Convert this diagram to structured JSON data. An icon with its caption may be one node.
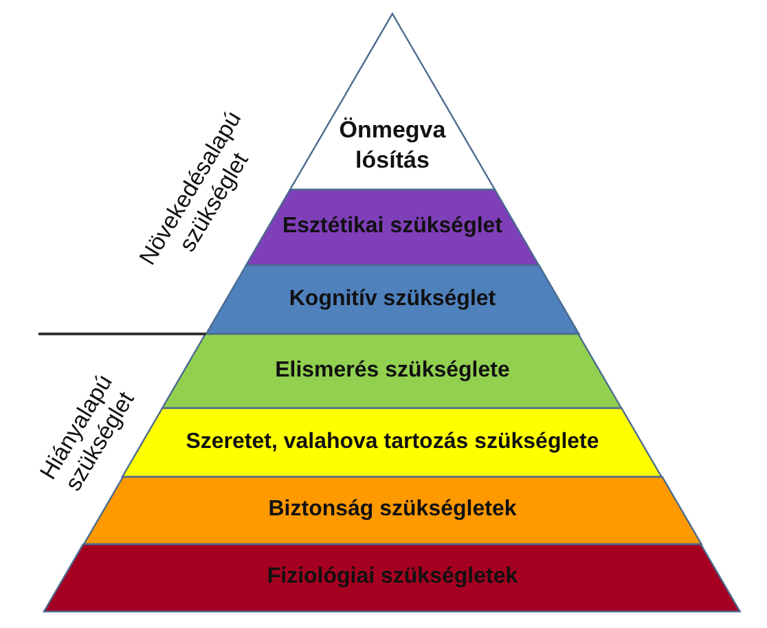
{
  "diagram": {
    "nodes": [
      {
        "text": [
          "Önmegva lósítás"
        ]
      },
      {
        "text": [
          "Esztétikai szükséglet"
        ]
      },
      {
        "text": [
          "Kognitív szükséglet"
        ]
      },
      {
        "text": [
          "Elismerés szükséglete"
        ]
      },
      {
        "text": [
          "Szeretet, valahova tartozás szükséglete"
        ]
      },
      {
        "text": [
          "Biztonság szükségletek"
        ]
      },
      {
        "text": [
          "Fiziológiai szükségletek"
        ]
      }
    ],
    "labels": [
      "Növekedésalapú szükséglet",
      "Hiányalapú szükséglet"
    ]
  }
}
